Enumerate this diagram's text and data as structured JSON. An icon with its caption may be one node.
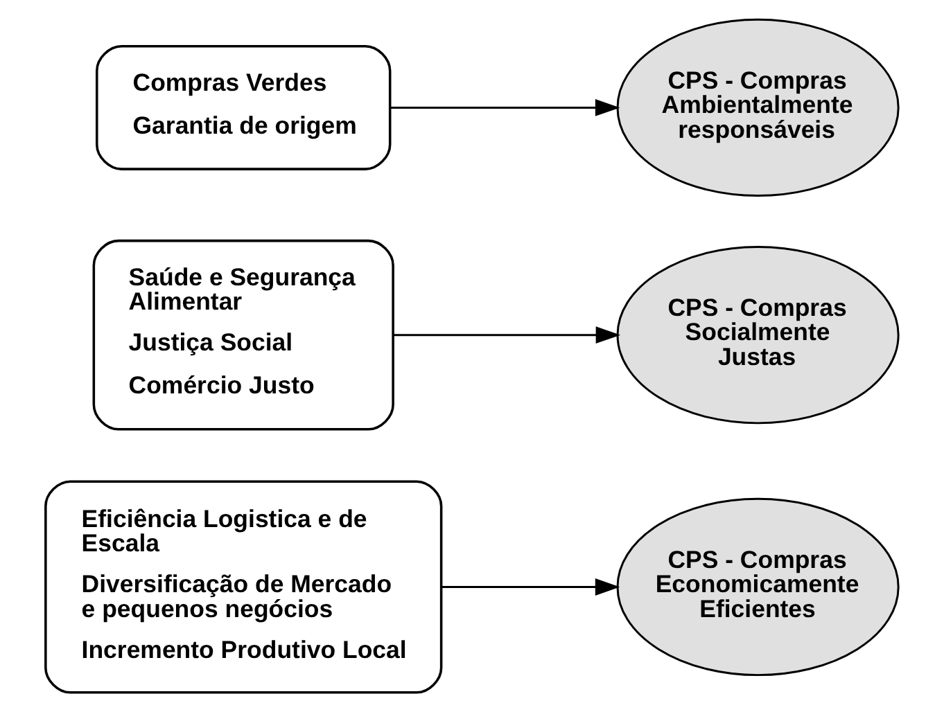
{
  "diagram": {
    "nodes": [
      {
        "text": [
          "Eficiência Logistica e de Escala",
          "Diversificação de Mercado e pequenos negócios",
          "Incremento Produtivo Local"
        ]
      },
      {
        "text": [
          "CPS - Compras Economicamente Eficientes"
        ]
      },
      {
        "text": [
          "Saúde e Segurança Alimentar",
          "Justiça Social",
          "Comércio Justo"
        ]
      },
      {
        "text": [
          "CPS - Compras Socialmente Justas"
        ]
      },
      {
        "text": [
          "Compras Verdes",
          "Garantia de origem"
        ]
      },
      {
        "text": [
          "CPS - Compras Ambientalmente responsáveis"
        ]
      }
    ],
    "edges": [
      {
        "from": 0,
        "to": 1,
        "arrow": "to"
      },
      {
        "from": 2,
        "to": 3,
        "arrow": "to"
      },
      {
        "from": 4,
        "to": 5,
        "arrow": "to"
      }
    ]
  }
}
